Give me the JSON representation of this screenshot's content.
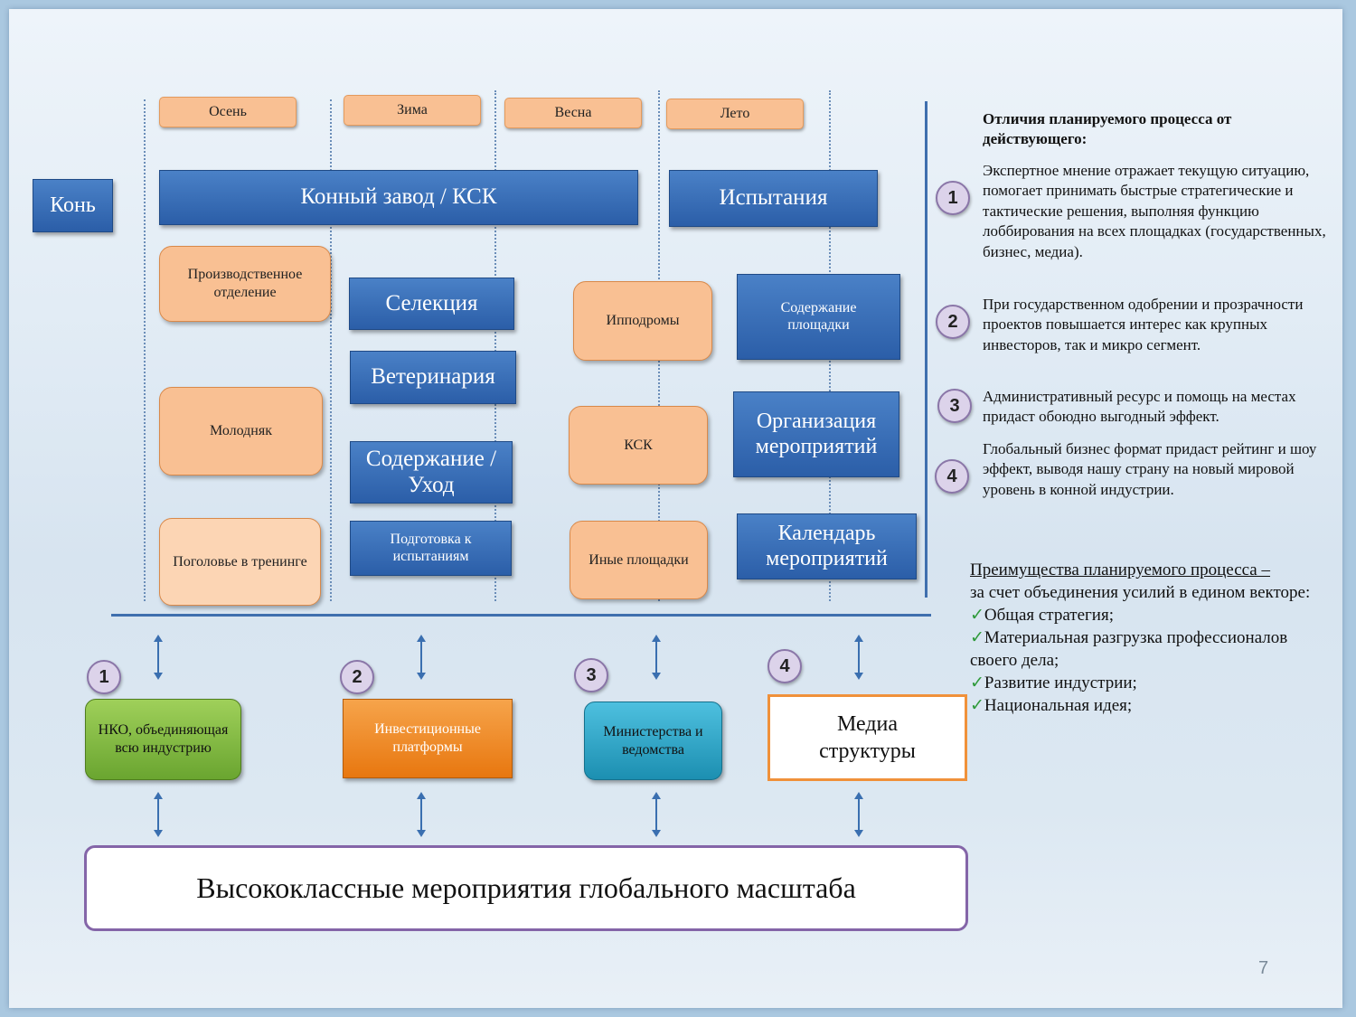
{
  "seasons": [
    "Осень",
    "Зима",
    "Весна",
    "Лето"
  ],
  "horse_label": "Конь",
  "header_blocks": {
    "stud_farm": "Конный завод / КСК",
    "trials": "Испытания"
  },
  "col1": [
    "Производственное отделение",
    "Молодняк",
    "Поголовье в тренинге"
  ],
  "col2": [
    "Селекция",
    "Ветеринария",
    "Содержание / Уход",
    "Подготовка к испытаниям"
  ],
  "col3": [
    "Ипподромы",
    "КСК",
    "Иные площадки"
  ],
  "col4": [
    "Содержание площадки",
    "Организация мероприятий",
    "Календарь мероприятий"
  ],
  "partners": [
    {
      "num": "1",
      "label": "НКО, объединяющая всю индустрию",
      "color": "#78b33a"
    },
    {
      "num": "2",
      "label": "Инвестиционные платформы",
      "color": "#f08a22"
    },
    {
      "num": "3",
      "label": "Министерства и ведомства",
      "color": "#2aa3c6"
    },
    {
      "num": "4",
      "label": "Медиа структуры",
      "color": "#ffffff"
    }
  ],
  "bottom_banner": "Высококлассные мероприятия глобального масштаба",
  "right_panel": {
    "title": "Отличия планируемого процесса от действующего:",
    "items": [
      {
        "num": "1",
        "text": "Экспертное мнение отражает текущую ситуацию, помогает принимать быстрые стратегические и тактические решения, выполняя функцию лоббирования на всех площадках (государственных, бизнес, медиа)."
      },
      {
        "num": "2",
        "text": "При государственном одобрении и прозрачности проектов повышается интерес как крупных инвесторов, так и микро сегмент."
      },
      {
        "num": "3",
        "text": " Административный ресурс и помощь на местах придаст обоюдно выгодный эффект."
      },
      {
        "num": "4",
        "text": "Глобальный бизнес формат придаст рейтинг и шоу эффект, выводя нашу страну на новый мировой уровень в конной индустрии."
      }
    ],
    "advantages_title": "Преимущества планируемого процесса –",
    "advantages_intro": "за счет объединения усилий в едином векторе:",
    "advantages": [
      "Общая стратегия;",
      "Материальная разгрузка профессионалов своего дела;",
      "Развитие индустрии;",
      "Национальная идея;"
    ],
    "check_icon": "checkmark-icon",
    "check_color": "#2e9a3a"
  },
  "page_number": "7"
}
